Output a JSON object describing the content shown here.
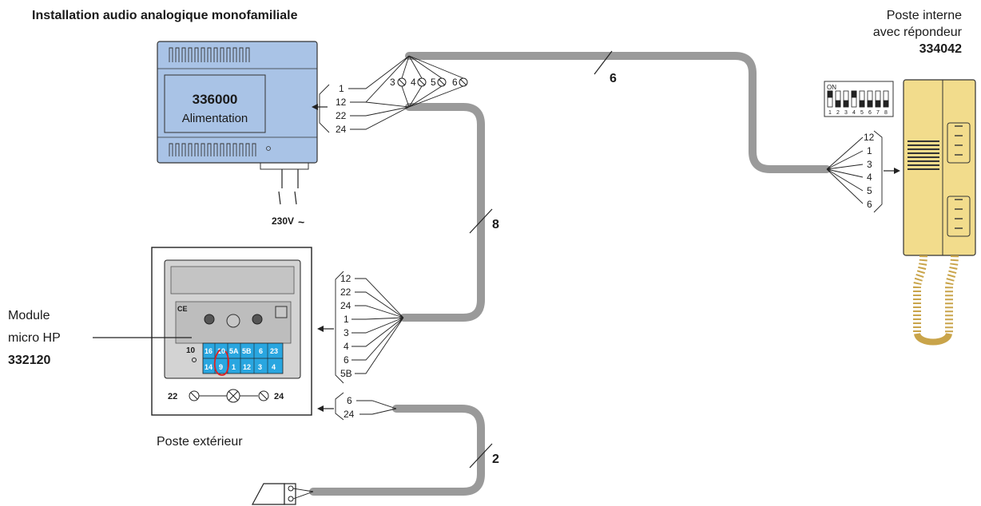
{
  "title": "Installation audio analogique monofamiliale",
  "power_supply": {
    "code": "336000",
    "name": "Alimentation",
    "voltage": "230V",
    "voltage_symbol": "~",
    "terminals": [
      "1",
      "12",
      "22",
      "24"
    ],
    "junction_terminals": [
      "3",
      "4",
      "5",
      "6"
    ]
  },
  "cables": {
    "to_internal": "6",
    "to_external": "8",
    "to_lock": "2"
  },
  "internal_station": {
    "title_line1": "Poste interne",
    "title_line2": "avec répondeur",
    "code": "334042",
    "terminals": [
      "12",
      "1",
      "3",
      "4",
      "5",
      "6"
    ],
    "dip_label": "ON",
    "dip_numbers": [
      "1",
      "2",
      "3",
      "4",
      "5",
      "6",
      "7",
      "8"
    ]
  },
  "module": {
    "label_line1": "Module",
    "label_line2": "micro HP",
    "code": "332120",
    "terminals": [
      "12",
      "22",
      "24",
      "1",
      "3",
      "4",
      "6",
      "5B"
    ],
    "ce_mark": "CE",
    "top_row": [
      "16",
      "10",
      "5A",
      "5B",
      "6",
      "23"
    ],
    "bottom_row": [
      "14",
      "9",
      "1",
      "12",
      "3",
      "4"
    ],
    "left_terminal": "10",
    "bulb_left": "22",
    "bulb_right": "24"
  },
  "external_station": {
    "label": "Poste extérieur",
    "terminals": [
      "6",
      "24"
    ]
  },
  "colors": {
    "cable": "#9a9a9a",
    "power_supply": "#a9c3e6",
    "handset": "#f2dc8c",
    "terminal_block": "#29a6e0",
    "bridge": "#e02020"
  }
}
